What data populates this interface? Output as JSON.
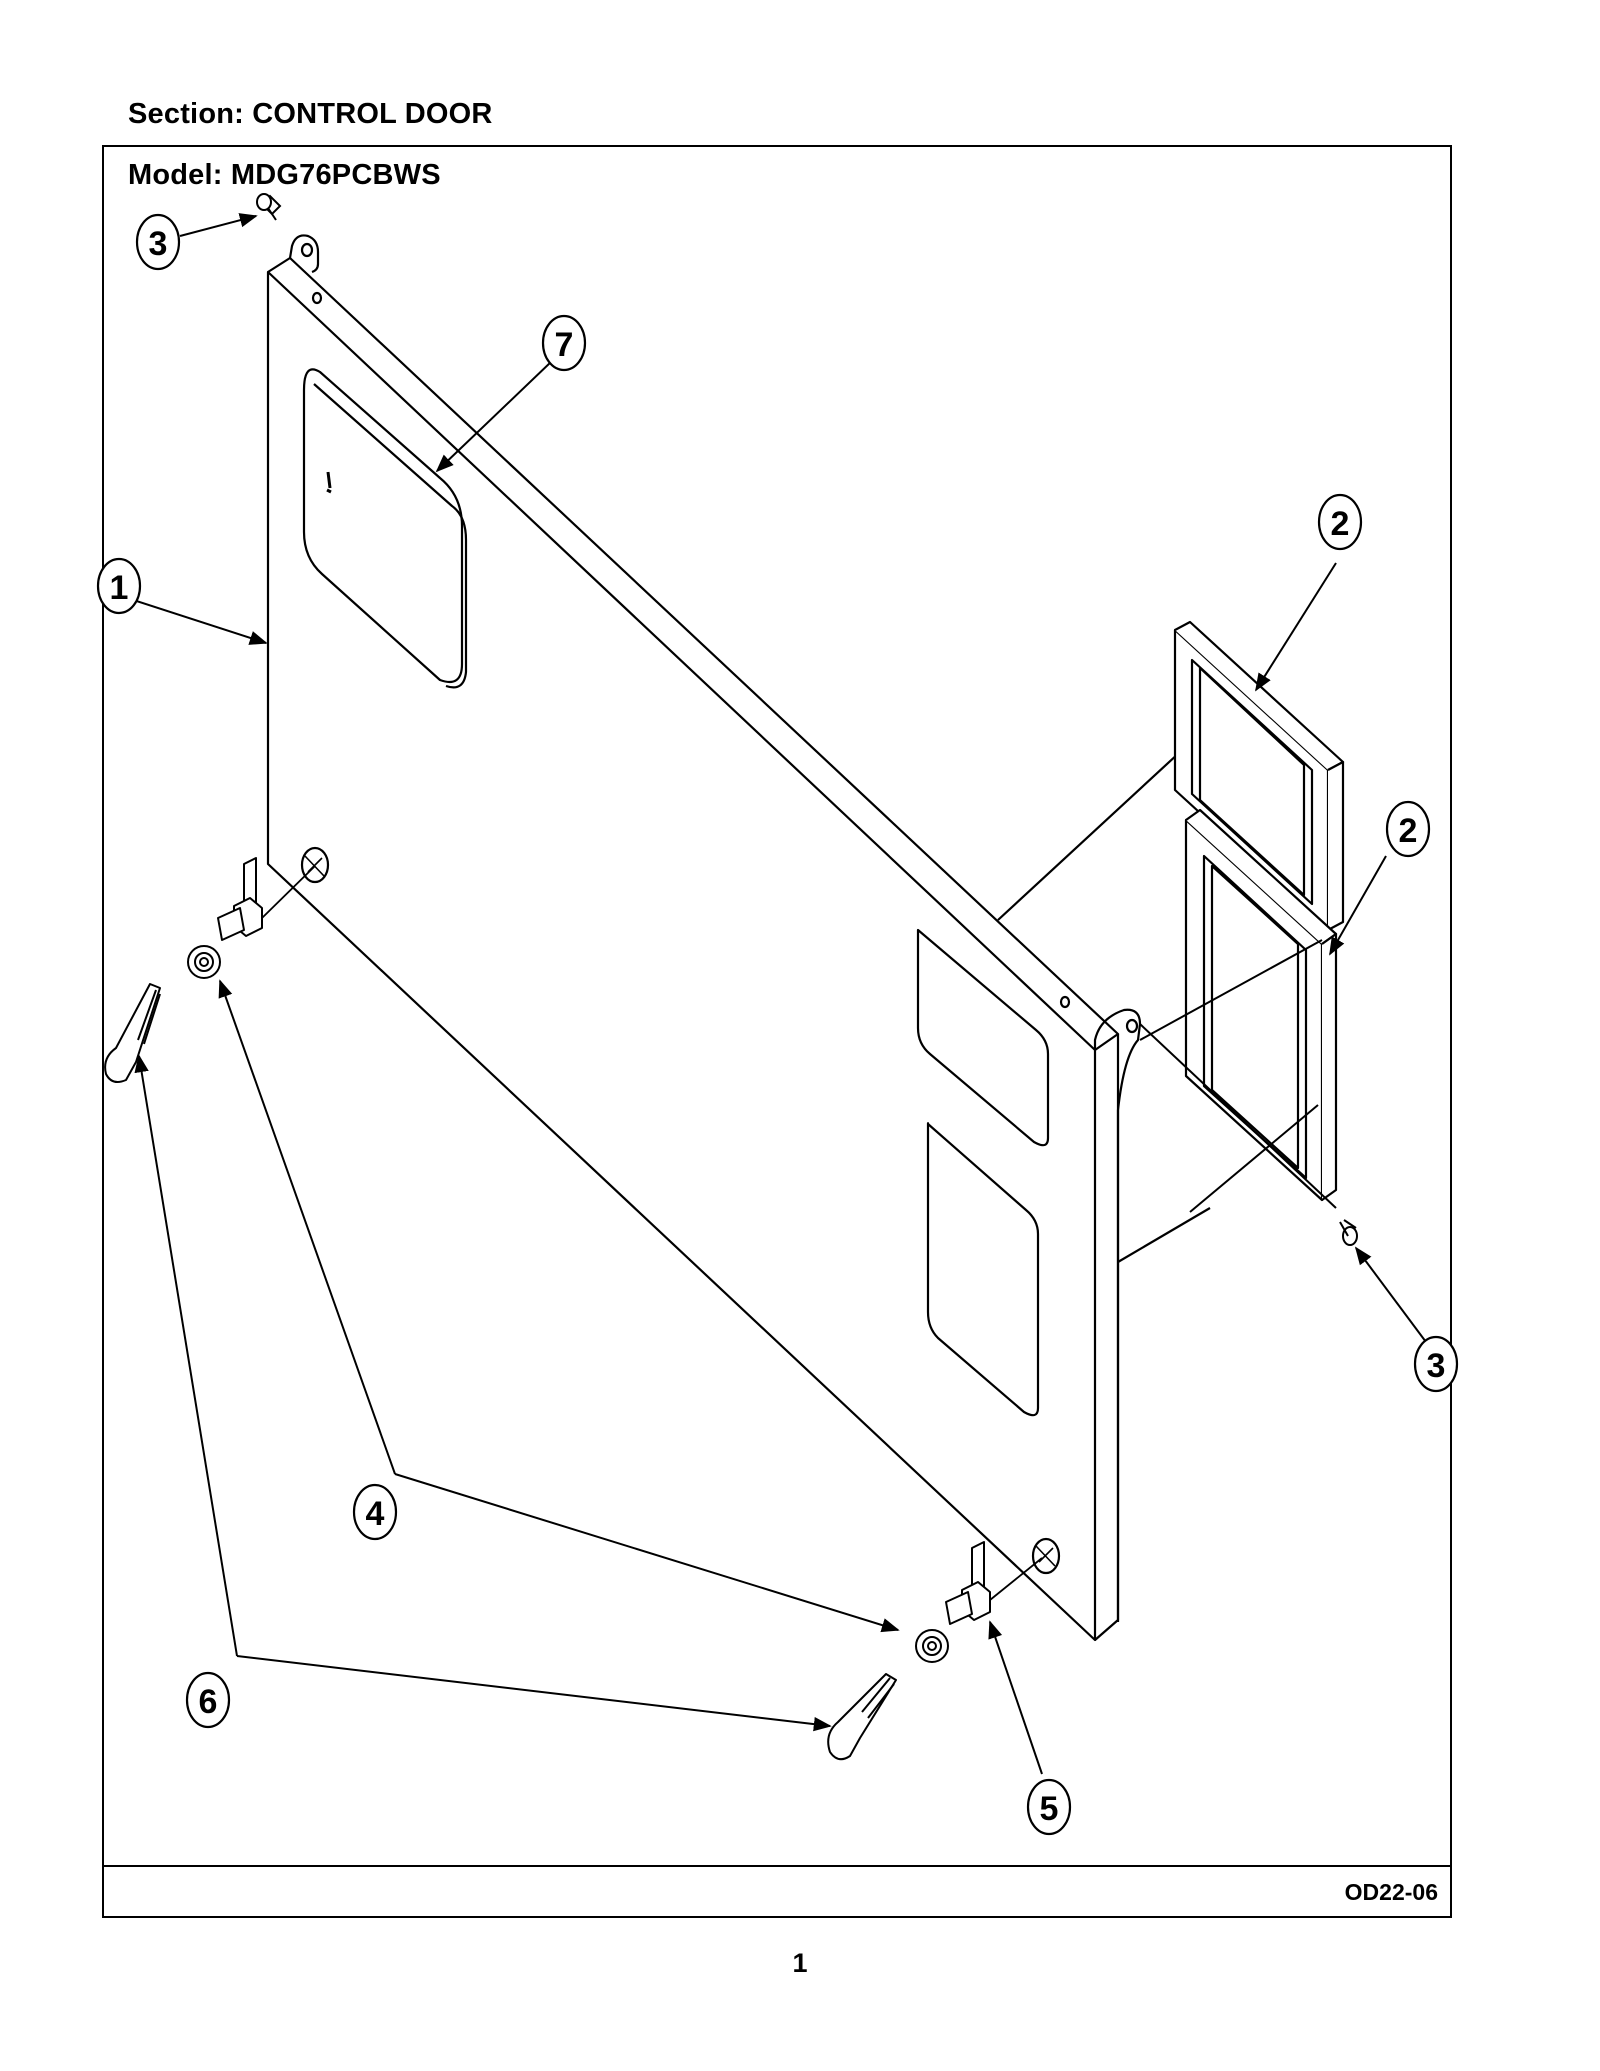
{
  "header": {
    "section": "Section:  CONTROL DOOR",
    "model": "Model:  MDG76PCBWS"
  },
  "footer": {
    "drawing_code": "OD22-06",
    "page_number": "1"
  },
  "callouts": {
    "c1": "1",
    "c2a": "2",
    "c2b": "2",
    "c3a": "3",
    "c3b": "3",
    "c4": "4",
    "c5": "5",
    "c6": "6",
    "c7": "7"
  }
}
